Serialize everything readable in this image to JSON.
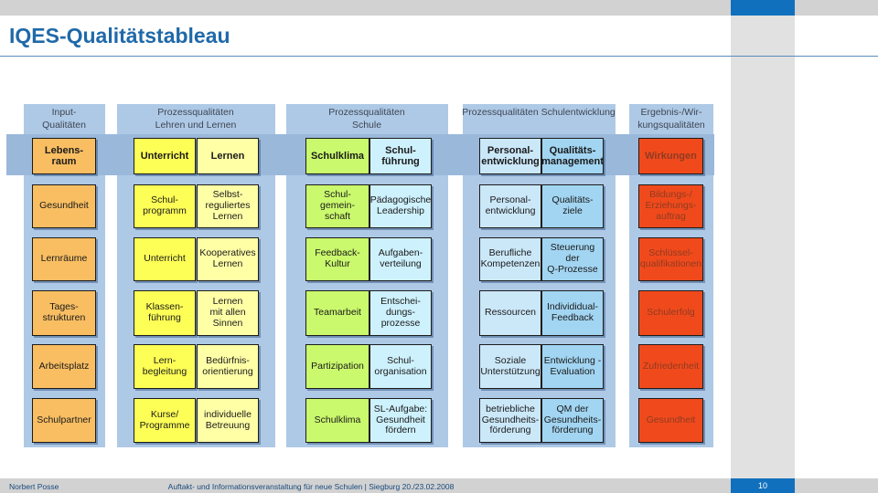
{
  "title": "IQES-Qualitätstableau",
  "footer": {
    "author": "Norbert Posse",
    "event": "Auftakt- und Informationsveranstaltung für neue Schulen | Siegburg 20./23.02.2008",
    "page_number": "10"
  },
  "palette": {
    "accent_blue": "#1170bd",
    "panel_blue": "#aec9e6",
    "band_blue": "#9ab8da",
    "orange": "#f9be62",
    "yellow": "#feff56",
    "pale_yellow": "#ffffa6",
    "green": "#caf96d",
    "pale_cyan": "#cdf1fd",
    "light_blue": "#cbe8f9",
    "mid_blue": "#a2d5f2",
    "red_orange": "#f04a1c"
  },
  "columns": [
    {
      "header": "Input-\nQualitäten",
      "boxes": [
        "Lebens-\nraum",
        "Gesundheit",
        "Lernräume",
        "Tages-\nstrukturen",
        "Arbeitsplatz",
        "Schulpartner"
      ]
    },
    {
      "header": "Prozessqualitäten\nLehren und Lernen",
      "left": [
        "Unterricht",
        "Schul-\nprogramm",
        "Unterricht",
        "Klassen-\nführung",
        "Lern-\nbegleitung",
        "Kurse/\nProgramme"
      ],
      "right": [
        "Lernen",
        "Selbst-\nreguliertes\nLernen",
        "Kooperatives\nLernen",
        "Lernen\nmit allen\nSinnen",
        "Bedürfnis-\norientierung",
        "individuelle\nBetreuung"
      ]
    },
    {
      "header": "Prozessqualitäten\nSchule",
      "left": [
        "Schulklima",
        "Schul-\ngemein-\nschaft",
        "Feedback-\nKultur",
        "Teamarbeit",
        "Partizipation",
        "Schulklima"
      ],
      "right": [
        "Schul-\nführung",
        "Pädagogische\nLeadership",
        "Aufgaben-\nverteilung",
        "Entschei-\ndungs-\nprozesse",
        "Schul-\norganisation",
        "SL-Aufgabe:\nGesundheit\nfördern"
      ]
    },
    {
      "header": "Prozessqualitäten Schulentwicklung",
      "left": [
        "Personal-\nentwicklung",
        "Personal-\nentwicklung",
        "Berufliche\nKompetenzen",
        "Ressourcen",
        "Soziale\nUnterstützung",
        "betriebliche\nGesundheits-\nförderung"
      ],
      "right": [
        "Qualitäts-\nmanagement",
        "Qualitäts-\nziele",
        "Steuerung\nder\nQ-Prozesse",
        "Individidual-\nFeedback",
        "Entwicklung -\nEvaluation",
        "QM der\nGesundheits-\nförderung"
      ]
    },
    {
      "header": "Ergebnis-/Wir-\nkungsqualitäten",
      "boxes": [
        "Wirkungen",
        "Bildungs-/\nErziehungs-\nauftrag",
        "Schlüssel-\nqualifikationen",
        "Schulerfolg",
        "Zufriedenheit",
        "Gesundheit"
      ]
    }
  ]
}
